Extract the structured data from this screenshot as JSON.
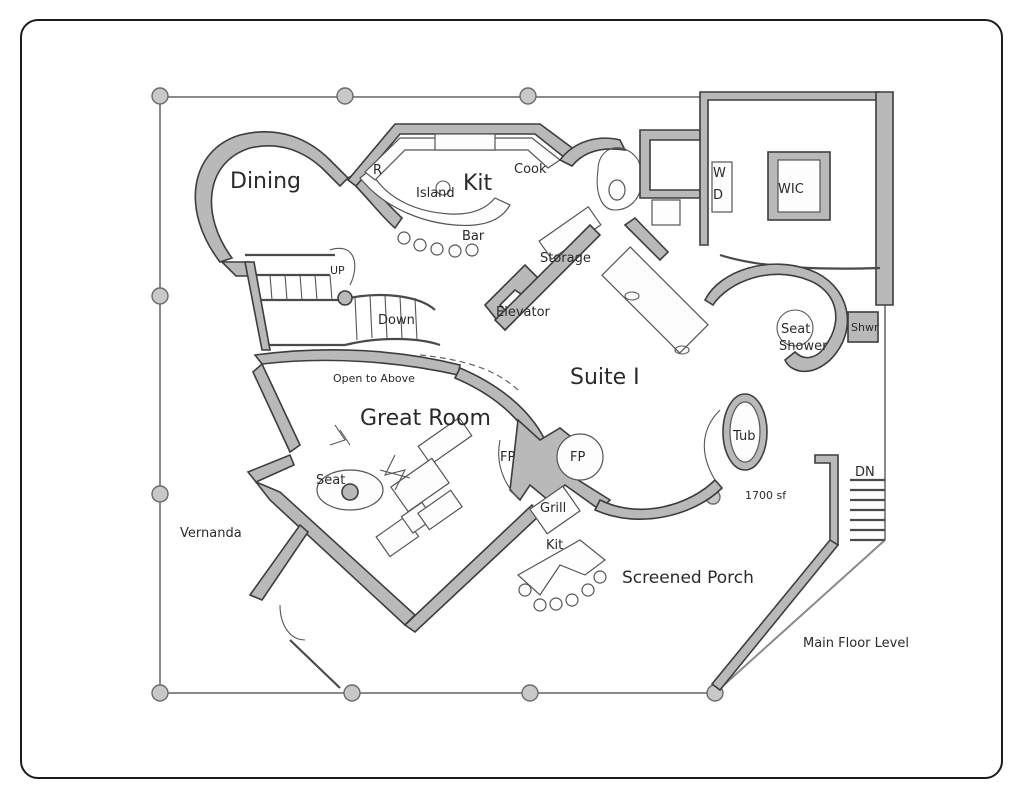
{
  "plan": {
    "rooms": {
      "dining": "Dining",
      "kit": "Kit",
      "island": "Island",
      "bar": "Bar",
      "cook": "Cook",
      "r": "R",
      "storage": "Storage",
      "elevator": "Elevator",
      "up": "UP",
      "down": "Down",
      "open_above": "Open to Above",
      "great_room": "Great Room",
      "seat_great": "Seat",
      "fp1": "FP",
      "fp2": "FP",
      "grill": "Grill",
      "porch_kit": "Kit",
      "screened_porch": "Screened Porch",
      "suite": "Suite I",
      "tub": "Tub",
      "sf": "1700 sf",
      "wic": "WIC",
      "w": "W",
      "d": "D",
      "seat_shower": "Seat",
      "shower": "Shower",
      "shwr": "Shwr",
      "dn": "DN",
      "veranda": "Vernanda",
      "level": "Main Floor Level"
    }
  }
}
